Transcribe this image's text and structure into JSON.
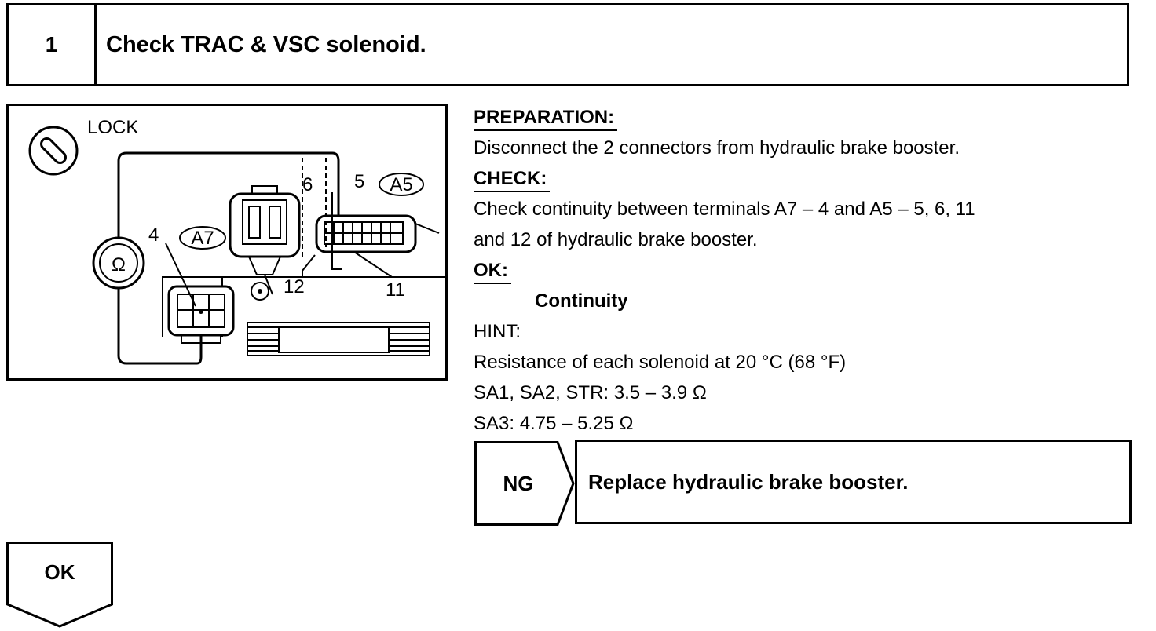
{
  "step": {
    "number": "1",
    "title": "Check TRAC & VSC solenoid."
  },
  "illustration": {
    "lock_label": "LOCK",
    "lock_icon": "ignition-lock-icon",
    "meter_icon": "ohmmeter-icon",
    "meter_symbol": "Ω",
    "connector_a7": "A7",
    "connector_a5": "A5",
    "terminal_4": "4",
    "terminal_5": "5",
    "terminal_6": "6",
    "terminal_11": "11",
    "terminal_12": "12"
  },
  "instructions": {
    "preparation_label": "PREPARATION:",
    "preparation_text": "Disconnect the 2 connectors from hydraulic brake booster.",
    "check_label": "CHECK:",
    "check_text_1": "Check continuity between terminals A7 – 4 and A5 – 5, 6, 11",
    "check_text_2": "and 12 of hydraulic brake booster.",
    "ok_label": "OK:",
    "ok_value": "Continuity",
    "hint_label": "HINT:",
    "hint_line_1": "Resistance of each solenoid at 20 °C (68 °F)",
    "hint_line_2": "SA1, SA2, STR: 3.5 – 3.9 Ω",
    "hint_line_3": "SA3: 4.75 – 5.25 Ω"
  },
  "ng": {
    "label": "NG",
    "action": "Replace hydraulic brake booster."
  },
  "ok": {
    "label": "OK"
  }
}
